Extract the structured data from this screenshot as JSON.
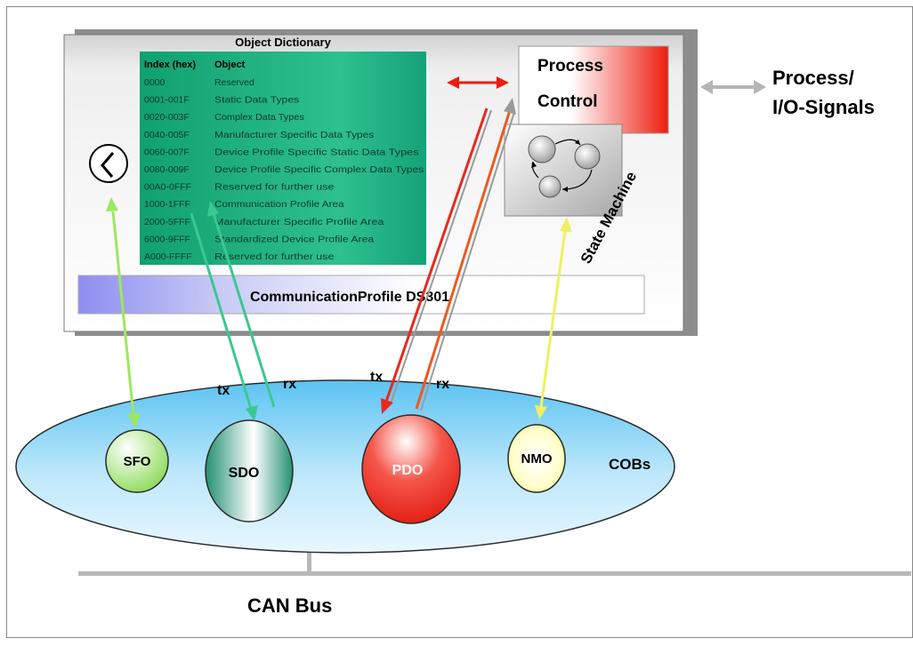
{
  "od": {
    "title": "Object Dictionary",
    "header_index": "Index (hex)",
    "header_object": "Object",
    "rows": [
      {
        "index": "0000",
        "object": "Reserved"
      },
      {
        "index": "0001-001F",
        "object": "Static Data Types"
      },
      {
        "index": "0020-003F",
        "object": "Complex Data Types"
      },
      {
        "index": "0040-005F",
        "object": "Manufacturer Specific Data Types"
      },
      {
        "index": "0060-007F",
        "object": "Device Profile Specific Static Data Types"
      },
      {
        "index": "0080-009F",
        "object": "Device Profile Specific Complex Data Types"
      },
      {
        "index": "00A0-0FFF",
        "object": "Reserved for further use"
      },
      {
        "index": "1000-1FFF",
        "object": "Communication Profile Area"
      },
      {
        "index": "2000-5FFF",
        "object": "Manufacturer Specific Profile Area"
      },
      {
        "index": "6000-9FFF",
        "object": "Standardized Device Profile Area"
      },
      {
        "index": "A000-FFFF",
        "object": "Reserved for further use"
      }
    ]
  },
  "process_control": {
    "line1": "Process",
    "line2": "Control"
  },
  "io_signals": {
    "line1": "Process/",
    "line2": "I/O-Signals"
  },
  "state_machine": {
    "label": "State Machine"
  },
  "comm_profile": {
    "label": "CommunicationProfile DS301"
  },
  "cobs": {
    "label": "COBs",
    "sfo": "SFO",
    "sdo": "SDO",
    "pdo": "PDO",
    "nmo": "NMO",
    "sdo_tx": "tx",
    "sdo_rx": "rx",
    "pdo_tx": "tx",
    "pdo_rx": "rx"
  },
  "bus": {
    "label": "CAN Bus"
  },
  "colors": {
    "od_green": "#14a678",
    "pdo_red": "#e8281e",
    "sdo_green": "#2e9e7a",
    "sfo_green": "#8fe05a",
    "nmo_yellow": "#ffff8c",
    "ellipse_blue": "#9ad7f7",
    "comm_bar": "#9aa2ee",
    "arrow_yellow": "#f0f060",
    "arrow_light_green": "#9de85e",
    "arrow_teal": "#3cc890"
  },
  "icons": [
    "clock-icon",
    "state-machine-icon"
  ]
}
